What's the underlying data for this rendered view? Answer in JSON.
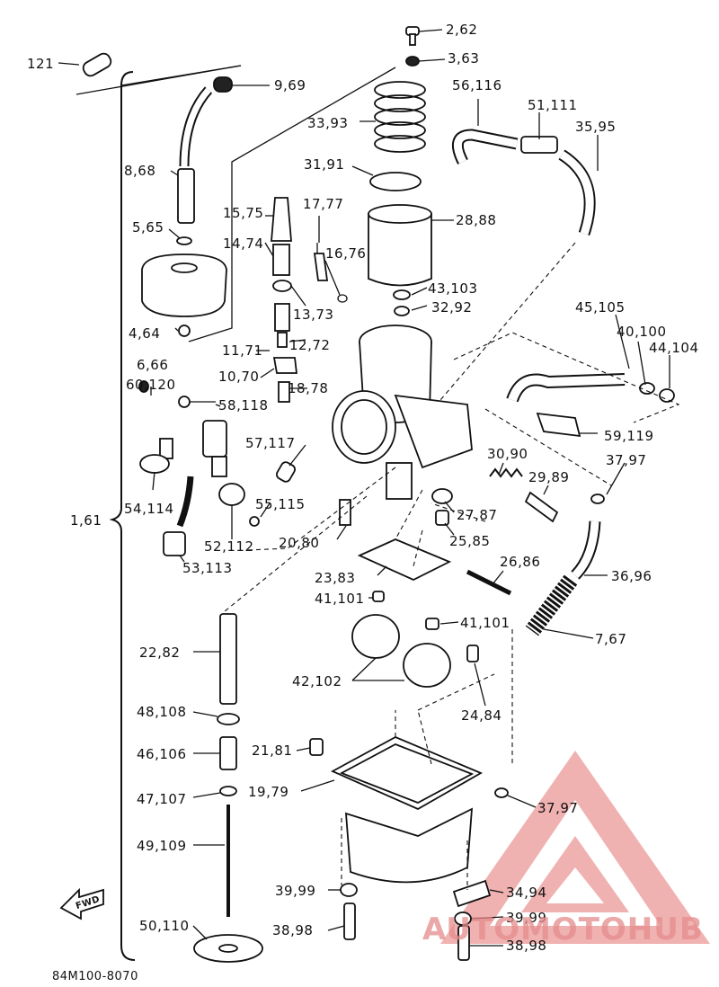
{
  "diagram": {
    "main_bracket_label": "1,61",
    "diagram_code": "84M100-8070",
    "fwd_label": "FWD",
    "parts": [
      {
        "id": "p121",
        "label": "121"
      },
      {
        "id": "p9",
        "label": "9,69"
      },
      {
        "id": "p2",
        "label": "2,62"
      },
      {
        "id": "p3",
        "label": "3,63"
      },
      {
        "id": "p56",
        "label": "56,116"
      },
      {
        "id": "p51",
        "label": "51,111"
      },
      {
        "id": "p35",
        "label": "35,95"
      },
      {
        "id": "p33",
        "label": "33,93"
      },
      {
        "id": "p8",
        "label": "8,68"
      },
      {
        "id": "p31",
        "label": "31,91"
      },
      {
        "id": "p15",
        "label": "15,75"
      },
      {
        "id": "p17",
        "label": "17,77"
      },
      {
        "id": "p28",
        "label": "28,88"
      },
      {
        "id": "p5",
        "label": "5,65"
      },
      {
        "id": "p14",
        "label": "14,74"
      },
      {
        "id": "p16",
        "label": "16,76"
      },
      {
        "id": "p43",
        "label": "43,103"
      },
      {
        "id": "p32",
        "label": "32,92"
      },
      {
        "id": "p13",
        "label": "13,73"
      },
      {
        "id": "p45",
        "label": "45,105"
      },
      {
        "id": "p4",
        "label": "4,64"
      },
      {
        "id": "p12",
        "label": "12,72"
      },
      {
        "id": "p40",
        "label": "40,100"
      },
      {
        "id": "p44",
        "label": "44,104"
      },
      {
        "id": "p6",
        "label": "6,66"
      },
      {
        "id": "p11",
        "label": "11,71"
      },
      {
        "id": "p10",
        "label": "10,70"
      },
      {
        "id": "p60",
        "label": "60,120"
      },
      {
        "id": "p18",
        "label": "18,78"
      },
      {
        "id": "p58",
        "label": "58,118"
      },
      {
        "id": "p59",
        "label": "59,119"
      },
      {
        "id": "p57",
        "label": "57,117"
      },
      {
        "id": "p30",
        "label": "30,90"
      },
      {
        "id": "p37a",
        "label": "37,97"
      },
      {
        "id": "p29",
        "label": "29,89"
      },
      {
        "id": "p54",
        "label": "54,114"
      },
      {
        "id": "p55",
        "label": "55,115"
      },
      {
        "id": "p27",
        "label": "27,87"
      },
      {
        "id": "p25",
        "label": "25,85"
      },
      {
        "id": "p52",
        "label": "52,112"
      },
      {
        "id": "p20",
        "label": "20,80"
      },
      {
        "id": "p53",
        "label": "53,113"
      },
      {
        "id": "p26",
        "label": "26,86"
      },
      {
        "id": "p36",
        "label": "36,96"
      },
      {
        "id": "p23",
        "label": "23,83"
      },
      {
        "id": "p41a",
        "label": "41,101"
      },
      {
        "id": "p41b",
        "label": "41,101"
      },
      {
        "id": "p7",
        "label": "7,67"
      },
      {
        "id": "p22",
        "label": "22,82"
      },
      {
        "id": "p42",
        "label": "42,102"
      },
      {
        "id": "p24",
        "label": "24,84"
      },
      {
        "id": "p48",
        "label": "48,108"
      },
      {
        "id": "p46",
        "label": "46,106"
      },
      {
        "id": "p21",
        "label": "21,81"
      },
      {
        "id": "p47",
        "label": "47,107"
      },
      {
        "id": "p19",
        "label": "19,79"
      },
      {
        "id": "p37b",
        "label": "37,97"
      },
      {
        "id": "p49",
        "label": "49,109"
      },
      {
        "id": "p39a",
        "label": "39,99"
      },
      {
        "id": "p34",
        "label": "34,94"
      },
      {
        "id": "p39b",
        "label": "39,99"
      },
      {
        "id": "p50",
        "label": "50,110"
      },
      {
        "id": "p38a",
        "label": "38,98"
      },
      {
        "id": "p38b",
        "label": "38,98"
      }
    ]
  },
  "watermark": {
    "text": "AUTOMOTOHUB",
    "color": "#e58c8c"
  }
}
